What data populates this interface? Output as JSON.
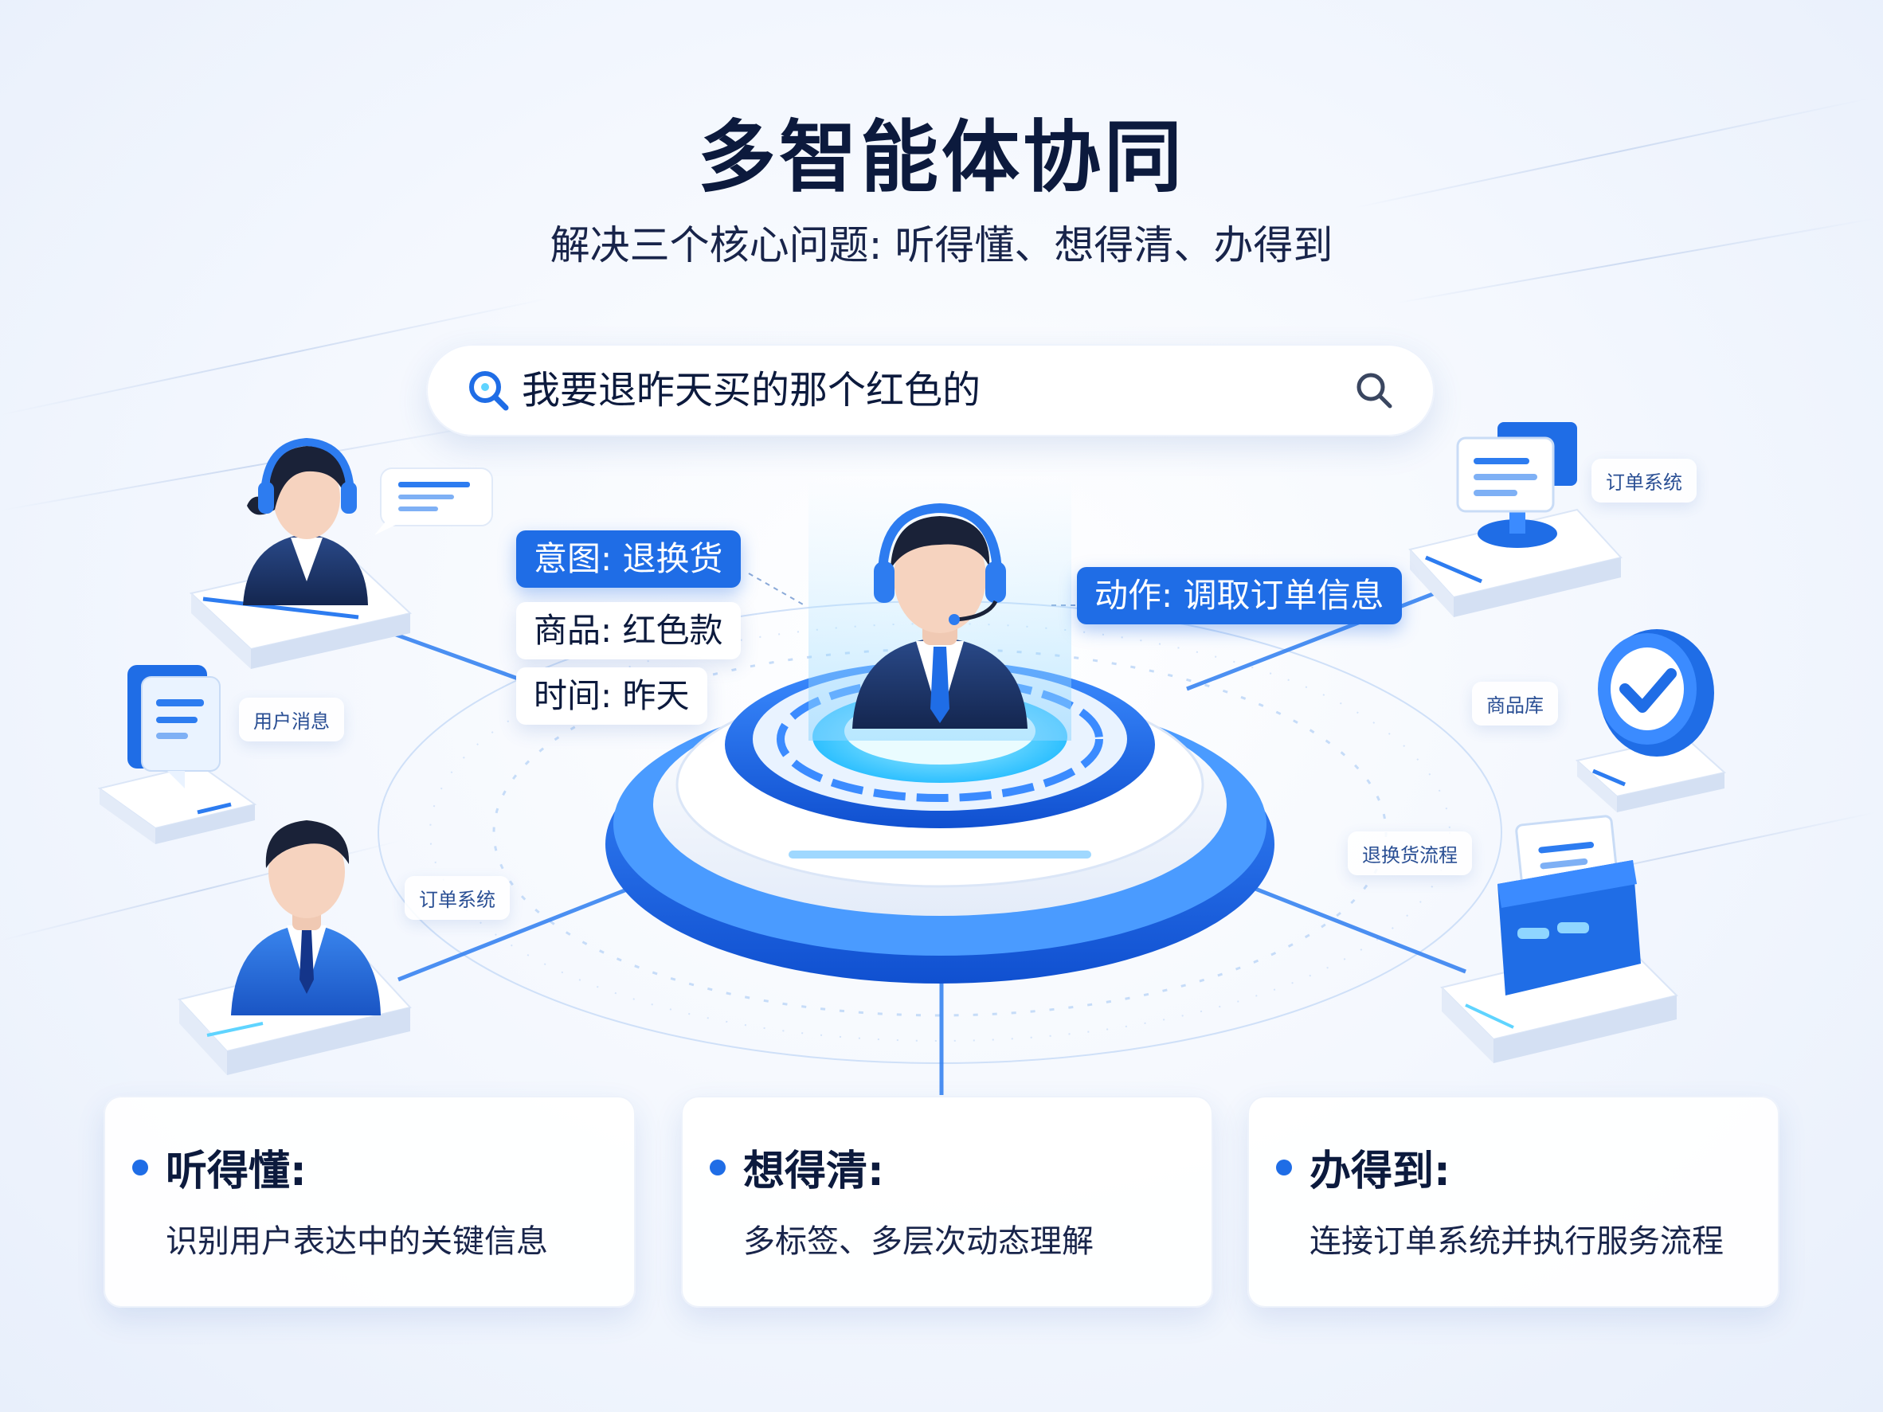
{
  "title": "多智能体协同",
  "subtitle": "解决三个核心问题: 听得懂、想得清、办得到",
  "search": {
    "query": "我要退昨天买的那个红色的"
  },
  "tags": {
    "intent": "意图: 退换货",
    "product": "商品: 红色款",
    "time": "时间: 昨天",
    "action": "动作: 调取订单信息"
  },
  "node_labels": {
    "user_message": "用户消息",
    "order_system_left": "订单系统",
    "order_system_right": "订单系统",
    "product_library": "商品库",
    "return_process": "退换货流程"
  },
  "cards": [
    {
      "heading": "听得懂:",
      "desc": "识别用户表达中的关键信息"
    },
    {
      "heading": "想得清:",
      "desc": "多标签、多层次动态理解"
    },
    {
      "heading": "办得到:",
      "desc": "连接订单系统并执行服务流程"
    }
  ],
  "colors": {
    "accent": "#1f6de6",
    "dark": "#0c1a3d",
    "light_blue": "#5fd4ff"
  },
  "icons": [
    "search-icon",
    "checkmark-icon",
    "chat-bubble-icon",
    "document-icon",
    "headset-icon",
    "inbox-icon"
  ]
}
